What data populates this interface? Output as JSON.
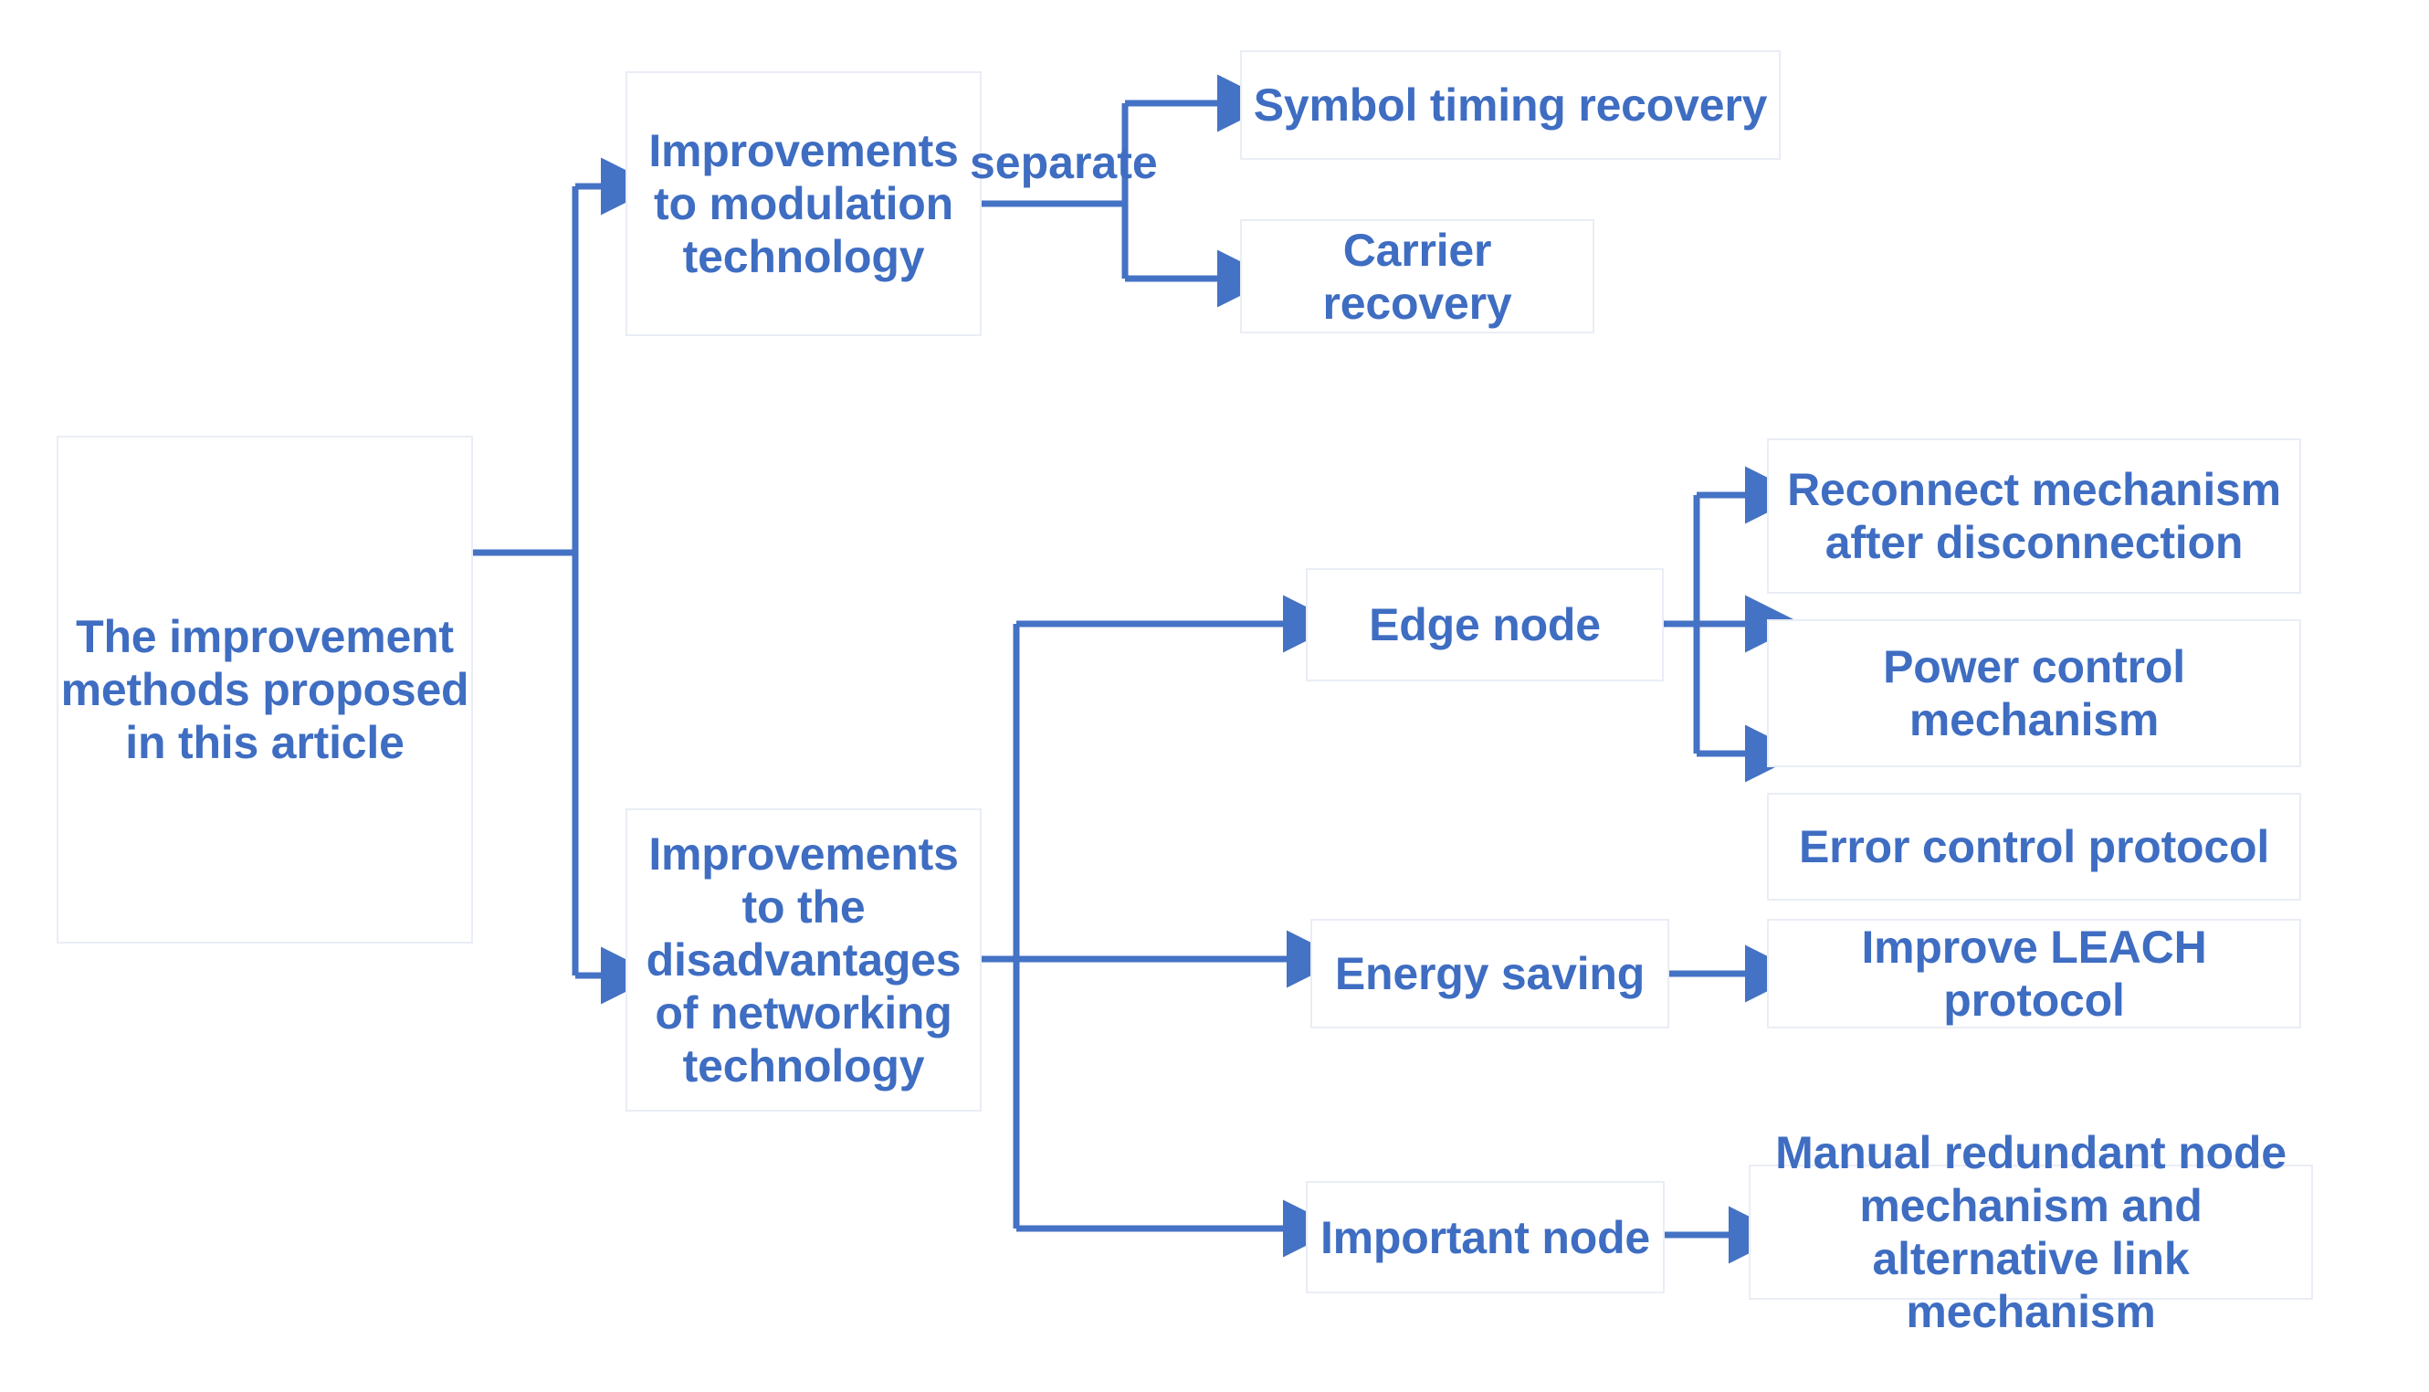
{
  "diagram": {
    "type": "tree-flowchart",
    "title_node": "The improvement methods proposed in this article",
    "colors": {
      "text": "#3E6DC2",
      "connector": "#4472C4",
      "box_border": "#E9EDF5",
      "background": "#FFFFFF"
    },
    "nodes": {
      "root": "The improvement methods proposed in this article",
      "modulation": "Improvements to modulation technology",
      "symbol_timing": "Symbol timing recovery",
      "carrier_recovery": "Carrier\nrecovery",
      "networking": "Improvements to the disadvantages of networking technology",
      "edge_node": "Edge node",
      "reconnect": "Reconnect mechanism after disconnection",
      "power_control": "Power control mechanism",
      "error_control": "Error control protocol",
      "energy_saving": "Energy saving",
      "improve_leach": "Improve LEACH protocol",
      "important_node": "Important node",
      "manual_redundant": "Manual redundant node mechanism and alternative link mechanism"
    },
    "edge_labels": {
      "separate": "separate"
    },
    "edges": [
      {
        "from": "root",
        "to": "modulation",
        "label": ""
      },
      {
        "from": "root",
        "to": "networking",
        "label": ""
      },
      {
        "from": "modulation",
        "to": "symbol_timing",
        "label": "separate"
      },
      {
        "from": "modulation",
        "to": "carrier_recovery",
        "label": "separate"
      },
      {
        "from": "networking",
        "to": "edge_node",
        "label": ""
      },
      {
        "from": "networking",
        "to": "energy_saving",
        "label": ""
      },
      {
        "from": "networking",
        "to": "important_node",
        "label": ""
      },
      {
        "from": "edge_node",
        "to": "reconnect",
        "label": ""
      },
      {
        "from": "edge_node",
        "to": "power_control",
        "label": ""
      },
      {
        "from": "edge_node",
        "to": "error_control",
        "label": ""
      },
      {
        "from": "energy_saving",
        "to": "improve_leach",
        "label": ""
      },
      {
        "from": "important_node",
        "to": "manual_redundant",
        "label": ""
      }
    ]
  }
}
